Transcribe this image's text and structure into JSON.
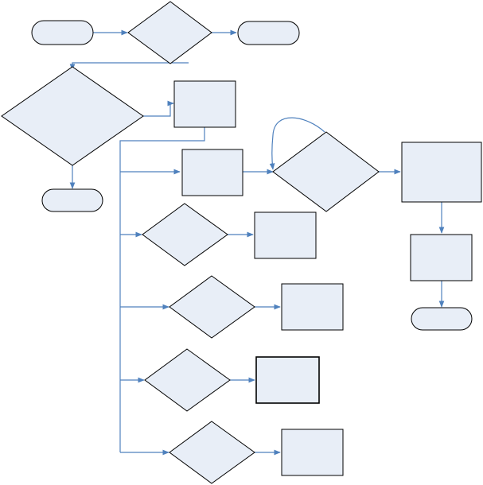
{
  "diagram": {
    "type": "flowchart",
    "colors": {
      "node_fill": "#e8eef7",
      "node_stroke": "#000000",
      "edge": "#4f81bd",
      "background": "#ffffff"
    },
    "nodes": [
      {
        "id": "start",
        "shape": "terminator",
        "label": ""
      },
      {
        "id": "decision-1",
        "shape": "decision",
        "label": ""
      },
      {
        "id": "terminal-right",
        "shape": "terminator",
        "label": ""
      },
      {
        "id": "decision-2",
        "shape": "decision",
        "label": ""
      },
      {
        "id": "end-left",
        "shape": "terminator",
        "label": ""
      },
      {
        "id": "process-top",
        "shape": "process",
        "label": ""
      },
      {
        "id": "process-branch-1",
        "shape": "process",
        "label": ""
      },
      {
        "id": "decision-loop",
        "shape": "decision",
        "label": ""
      },
      {
        "id": "process-right-1",
        "shape": "process",
        "label": ""
      },
      {
        "id": "process-right-2",
        "shape": "process",
        "label": ""
      },
      {
        "id": "end-right",
        "shape": "terminator",
        "label": ""
      },
      {
        "id": "decision-branch-2",
        "shape": "decision",
        "label": ""
      },
      {
        "id": "process-branch-2",
        "shape": "process",
        "label": ""
      },
      {
        "id": "decision-branch-3",
        "shape": "decision",
        "label": ""
      },
      {
        "id": "process-branch-3",
        "shape": "process",
        "label": ""
      },
      {
        "id": "decision-branch-4",
        "shape": "decision",
        "label": ""
      },
      {
        "id": "process-branch-4",
        "shape": "process",
        "label": ""
      },
      {
        "id": "decision-branch-5",
        "shape": "decision",
        "label": ""
      },
      {
        "id": "process-branch-5",
        "shape": "process",
        "label": ""
      }
    ],
    "edges": [
      {
        "from": "start",
        "to": "decision-1"
      },
      {
        "from": "decision-1",
        "to": "terminal-right"
      },
      {
        "from": "decision-1",
        "to": "decision-2"
      },
      {
        "from": "decision-2",
        "to": "process-top"
      },
      {
        "from": "decision-2",
        "to": "end-left"
      },
      {
        "from": "process-top",
        "to": "process-branch-1"
      },
      {
        "from": "process-top",
        "to": "decision-branch-2"
      },
      {
        "from": "process-top",
        "to": "decision-branch-3"
      },
      {
        "from": "process-top",
        "to": "decision-branch-4"
      },
      {
        "from": "process-top",
        "to": "decision-branch-5"
      },
      {
        "from": "process-branch-1",
        "to": "decision-loop"
      },
      {
        "from": "decision-loop",
        "to": "decision-loop"
      },
      {
        "from": "decision-loop",
        "to": "process-right-1"
      },
      {
        "from": "process-right-1",
        "to": "process-right-2"
      },
      {
        "from": "process-right-2",
        "to": "end-right"
      },
      {
        "from": "decision-branch-2",
        "to": "process-branch-2"
      },
      {
        "from": "decision-branch-3",
        "to": "process-branch-3"
      },
      {
        "from": "decision-branch-4",
        "to": "process-branch-4"
      },
      {
        "from": "decision-branch-5",
        "to": "process-branch-5"
      }
    ]
  }
}
